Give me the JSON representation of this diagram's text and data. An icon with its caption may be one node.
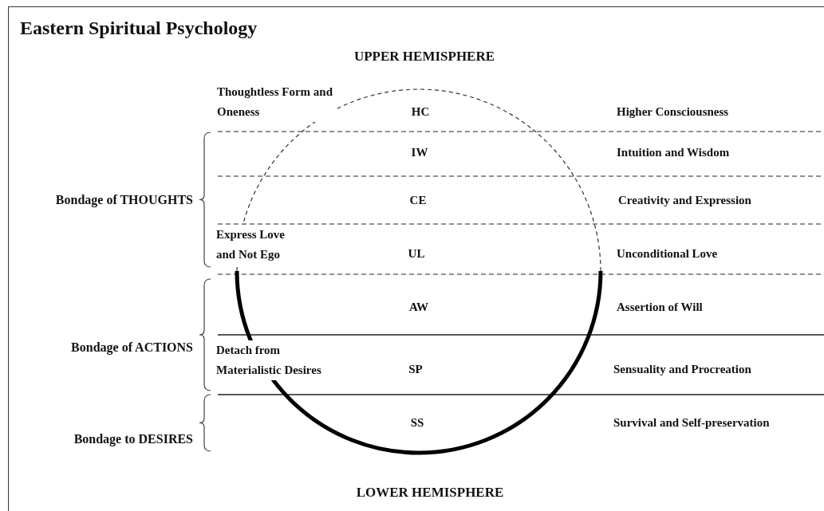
{
  "diagram": {
    "title": "Eastern Spiritual Psychology",
    "labels": [
      "UPPER HEMISPHERE",
      "Thoughtless Form and Oneness",
      "HC",
      "Higher Consciousness",
      "IW",
      "Intuition and Wisdom",
      "Bondage of THOUGHTS",
      "CE",
      "Creativity and Expression",
      "Express Love and Not Ego",
      "UL",
      "Unconditional Love",
      "AW",
      "Assertion of Will",
      "Bondage of ACTIONS",
      "Detach from Materialistic Desires",
      "SP",
      "Sensuality and Procreation",
      "SS",
      "Survival and Self-preservation",
      "Bondage to DESIRES",
      "LOWER HEMISPHERE"
    ]
  }
}
